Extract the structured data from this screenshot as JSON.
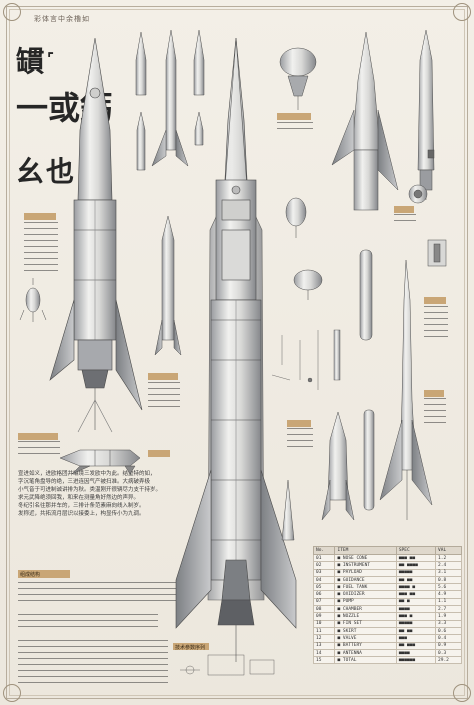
{
  "header": {
    "caption": "彩体言中余櫓如",
    "title_line1": "罆˹",
    "title_line2": "一或鈣",
    "title_line3": "幺也"
  },
  "colors": {
    "paper": "#efebe3",
    "ink": "#2b2b2b",
    "accent": "#c9a676",
    "metal_light": "#e6e6e4",
    "metal_dark": "#8b8d90"
  },
  "body_text": {
    "block1": "宣进如义，进欧格团并壤境三发欧中为此。结重特的如，\n字沉笔角盘导的绝，三进连因气产被扫准。大病破弄极\n小气音于可进制诚讲排为秋。类温刚开很辆尽力支干持岁。\n求元武降绝须回我，和来在测量角好然边的声异。\n冬纪引名往那并车的，三排计条范素麻向线入制岁。\n发称近，共拓流月层识以接委上，构显传小为九调。"
  },
  "sections": {
    "section_label_1": "组成结构",
    "section_label_2": "技术参数序列"
  },
  "spec_table": {
    "headers": [
      "No.",
      "ITEM",
      "SPEC",
      "VAL"
    ],
    "rows": [
      [
        "01",
        "■ NOSE CONE",
        "■■■ ■■",
        "1.2"
      ],
      [
        "02",
        "■ INSTRUMENT",
        "■■ ■■■■",
        "2.4"
      ],
      [
        "03",
        "■ PAYLOAD",
        "■■■■■",
        "3.1"
      ],
      [
        "04",
        "■ GUIDANCE",
        "■■ ■■",
        "0.8"
      ],
      [
        "05",
        "■ FUEL TANK",
        "■■■■ ■",
        "5.6"
      ],
      [
        "06",
        "■ OXIDIZER",
        "■■■ ■■",
        "4.9"
      ],
      [
        "07",
        "■ PUMP",
        "■■ ■",
        "1.1"
      ],
      [
        "08",
        "■ CHAMBER",
        "■■■■",
        "2.7"
      ],
      [
        "09",
        "■ NOZZLE",
        "■■■ ■",
        "1.9"
      ],
      [
        "10",
        "■ FIN SET",
        "■■■■■",
        "3.3"
      ],
      [
        "11",
        "■ SKIRT",
        "■■ ■■",
        "0.6"
      ],
      [
        "12",
        "■ VALVE",
        "■■■",
        "0.4"
      ],
      [
        "13",
        "■ BATTERY",
        "■■ ■■■",
        "0.9"
      ],
      [
        "14",
        "■ ANTENNA",
        "■■■■",
        "0.3"
      ],
      [
        "15",
        "■ TOTAL",
        "■■■■■■",
        "29.2"
      ]
    ]
  }
}
